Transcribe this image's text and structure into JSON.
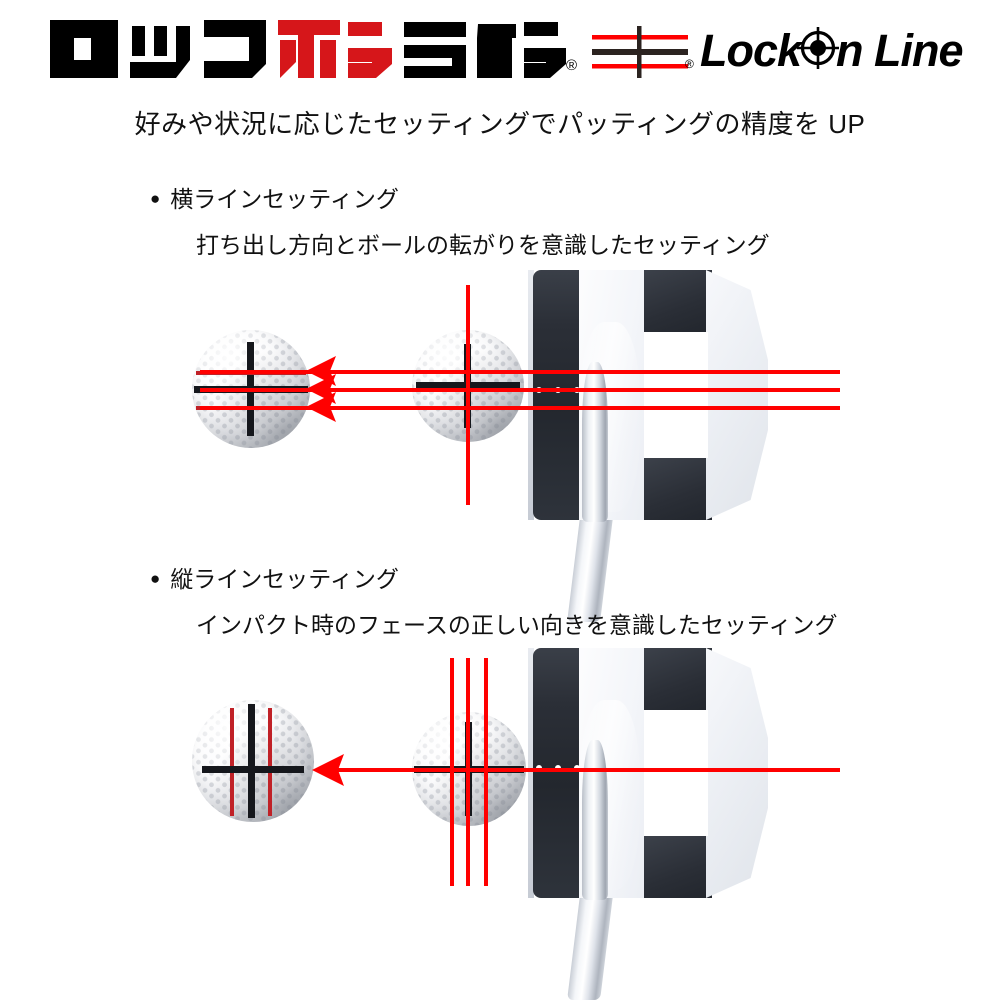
{
  "brand": {
    "kana_logo_text": "ロックオンライン",
    "kana_logo_parts": [
      {
        "text": "ロック",
        "color": "#000000"
      },
      {
        "text": "オン",
        "color": "#d6161a"
      },
      {
        "text": "ライン",
        "color": "#000000"
      }
    ],
    "kana_registered_mark": "®",
    "mark_registered_mark": "®",
    "latin_logo_text": "Lock On Line",
    "latin_logo_parts": [
      "Lock",
      "O",
      "n Line"
    ],
    "accent_red": "#d6161a",
    "line_red": "#ff0000",
    "ink_black": "#111111"
  },
  "tagline": "好みや状況に応じたセッティングでパッティングの精度を UP",
  "sections": [
    {
      "bullet": "●",
      "title": "横ラインセッティング",
      "subtitle": "打ち出し方向とボールの転がりを意識したセッティング",
      "setting_type": "horizontal",
      "red_line_count": 3,
      "arrow_count": 3,
      "ball_left_marks": "horizontal-black-line + two-red-lines + vertical-black-line",
      "ball_right_marks": "black-cross"
    },
    {
      "bullet": "●",
      "title": "縦ラインセッティング",
      "subtitle": "インパクト時のフェースの正しい向きを意識したセッティング",
      "setting_type": "vertical",
      "red_line_count": 3,
      "arrow_count": 1,
      "ball_left_marks": "black-cross + two-vertical-red-lines",
      "ball_right_marks": "black-cross"
    }
  ],
  "diagram": {
    "ball_label": "golf-ball",
    "putter_label": "mallet-putter-head",
    "alignment_line_color": "#ff0000",
    "ball_mark_black": "#15171c",
    "ball_mark_red": "#c02127"
  }
}
